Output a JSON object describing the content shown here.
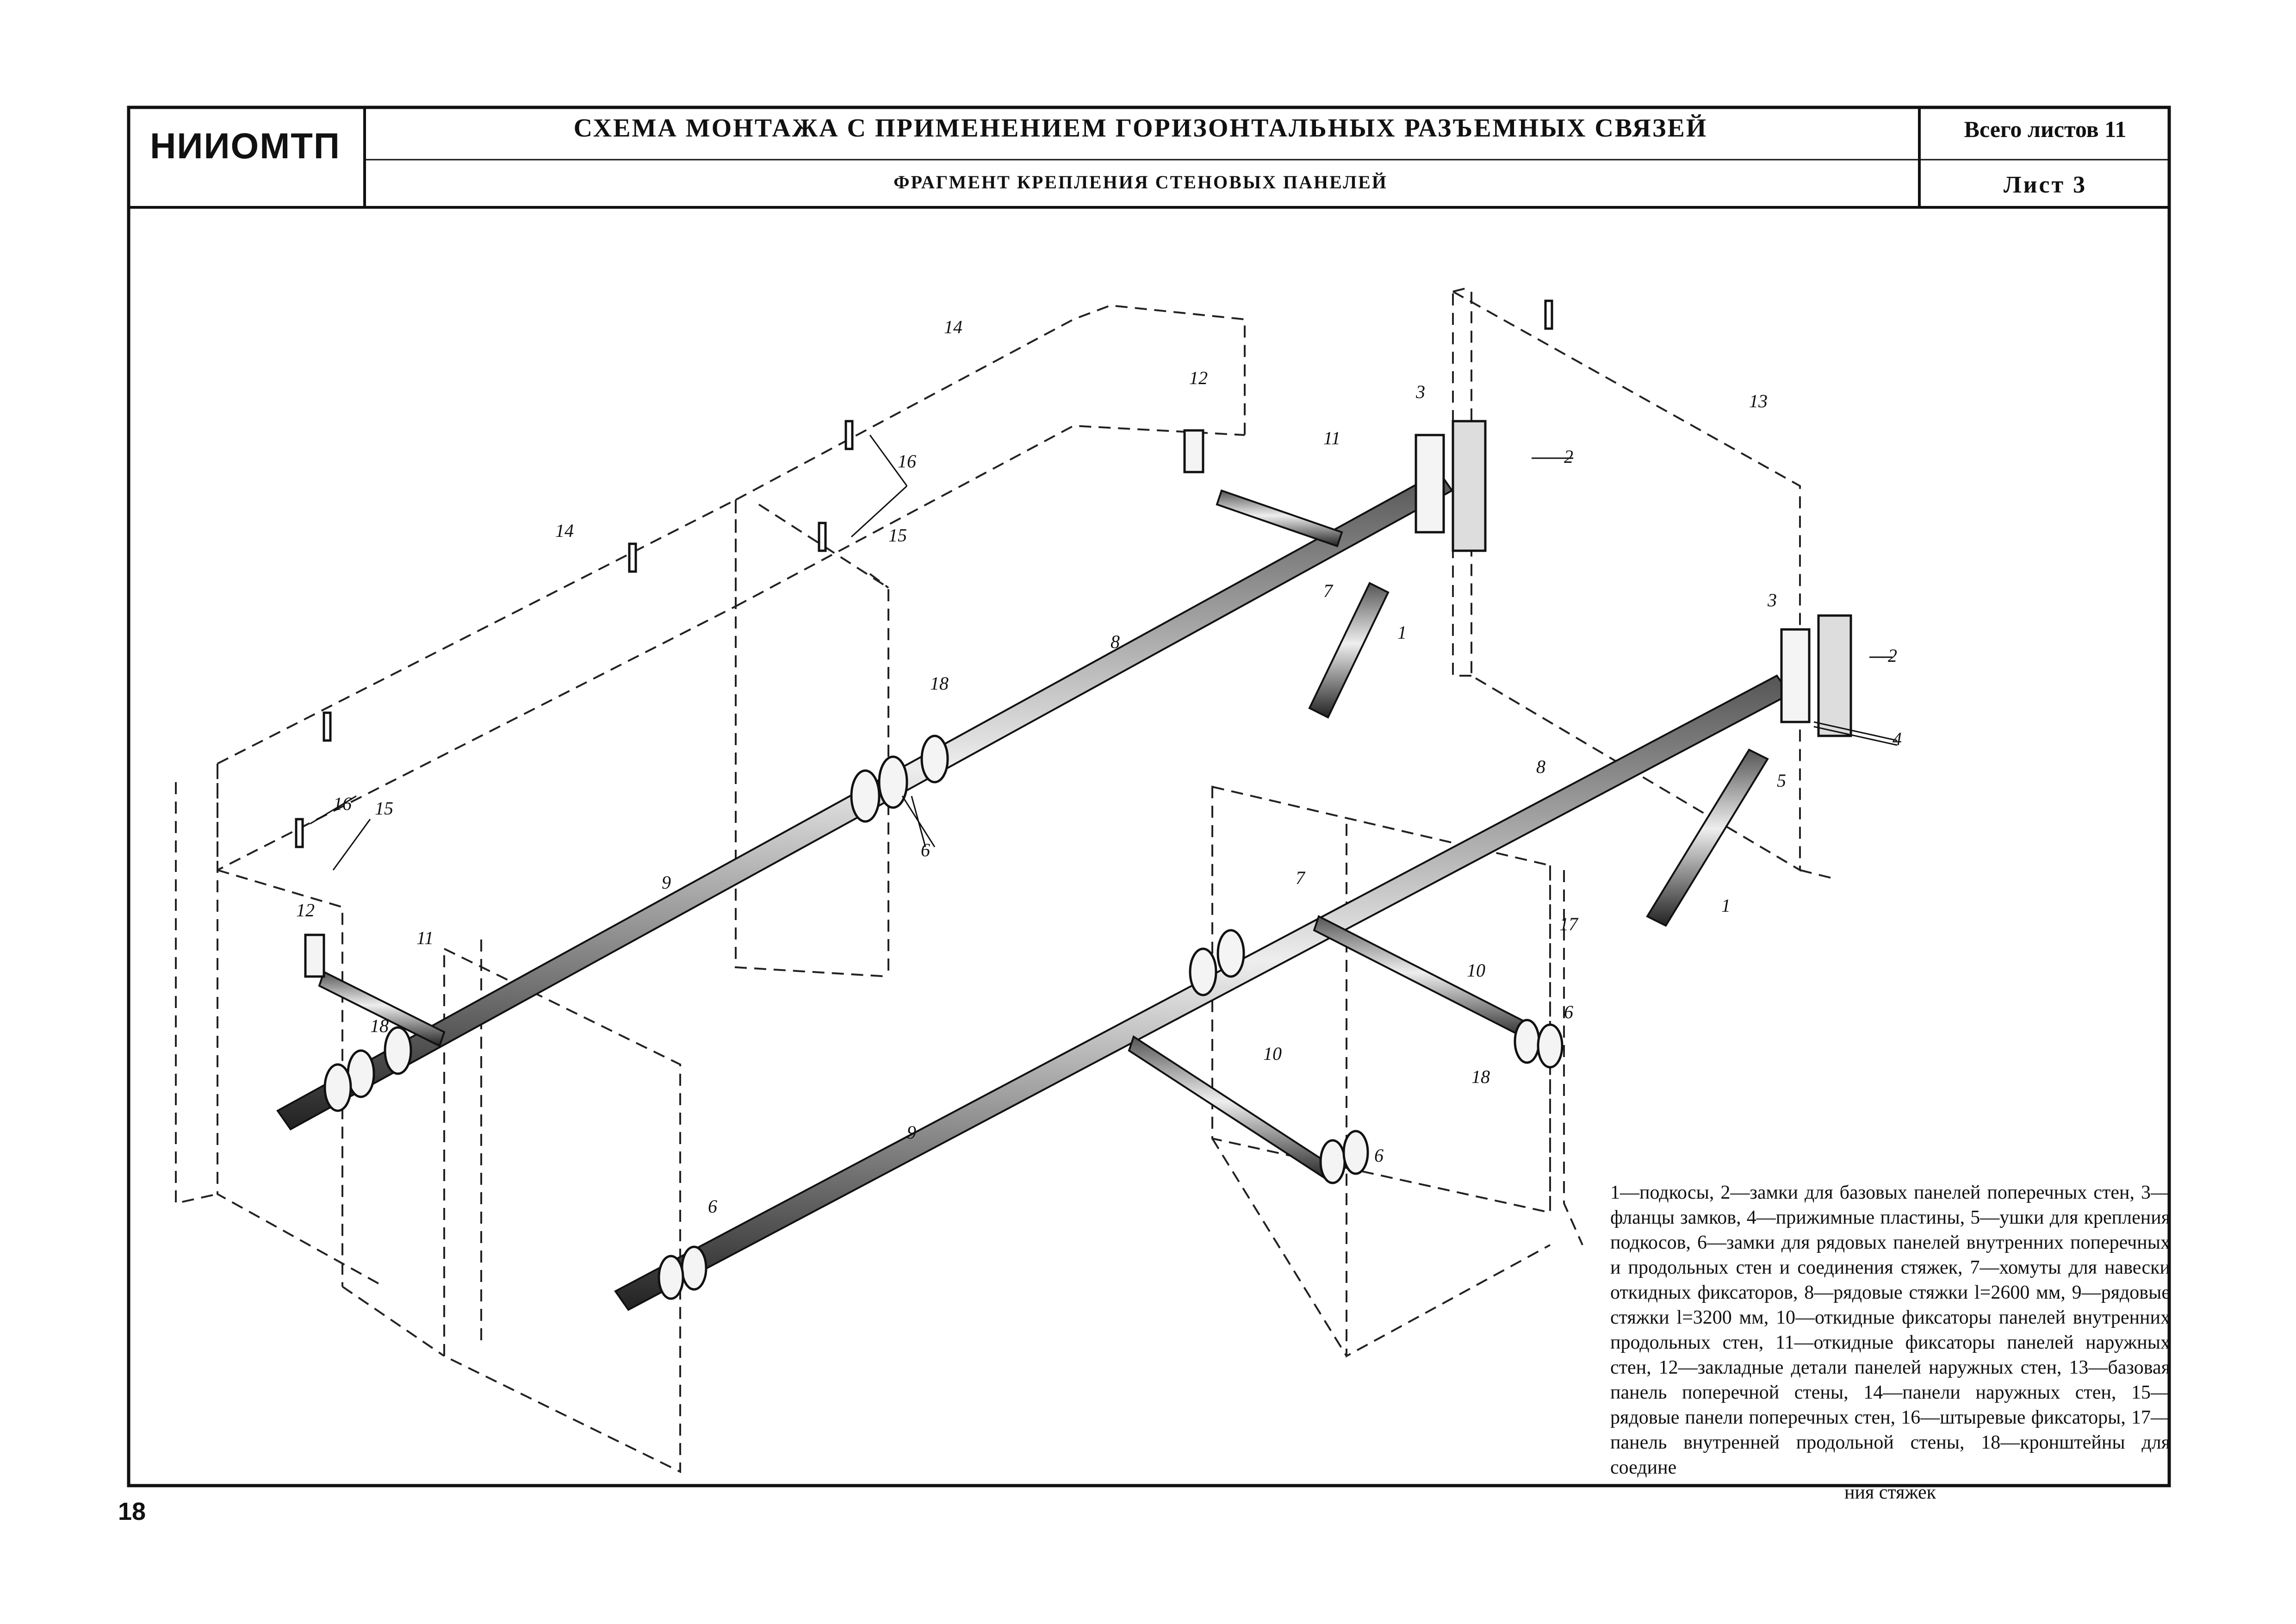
{
  "title_block": {
    "organization": "НИИОМТП",
    "title": "СХЕМА МОНТАЖА С ПРИМЕНЕНИЕМ ГОРИЗОНТАЛЬНЫХ РАЗЪЕМНЫХ СВЯЗЕЙ",
    "subtitle": "ФРАГМЕНТ КРЕПЛЕНИЯ СТЕНОВЫХ ПАНЕЛЕЙ",
    "total_sheets": "Всего листов 11",
    "sheet": "Лист 3"
  },
  "callouts": [
    "1",
    "2",
    "3",
    "4",
    "5",
    "6",
    "7",
    "8",
    "9",
    "10",
    "11",
    "12",
    "13",
    "14",
    "15",
    "16",
    "17",
    "18"
  ],
  "legend": {
    "text": "1—подкосы, 2—замки для базовых панелей поперечных стен, 3—фланцы замков, 4—прижимные пластины, 5—ушки для крепления подкосов, 6—замки для рядовых панелей внутренних поперечных и продольных стен и соединения стяжек, 7—хомуты для навески откидных фиксаторов, 8—рядовые стяжки l=2600 мм, 9—рядовые стяжки l=3200 мм, 10—откидные фиксаторы панелей внутренних продольных стен, 11—откидные фиксаторы панелей наружных стен, 12—закладные детали панелей наружных стен, 13—базовая панель поперечной стены, 14—панели наружных стен, 15—рядовые панели поперечных стен, 16—штыревые фиксаторы, 17—панель внутренней продольной стены, 18—кронштейны для соедине",
    "tail": "ния стяжек"
  },
  "page_number": "18"
}
